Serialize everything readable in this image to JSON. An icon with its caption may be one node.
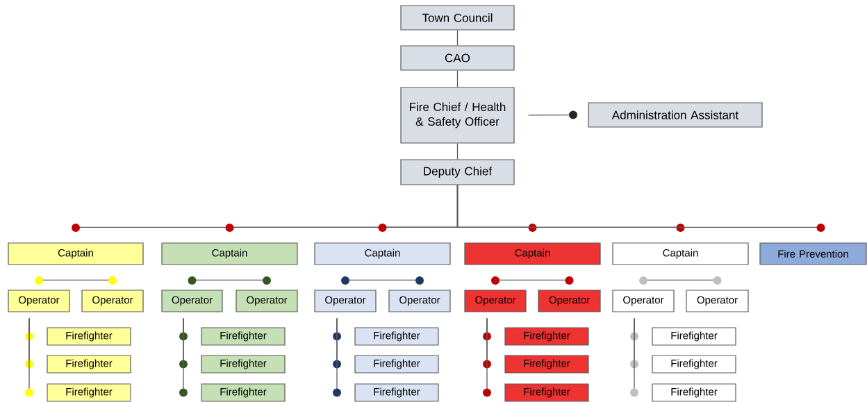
{
  "diagram": {
    "nodes": [
      {
        "text": [
          "Town Council"
        ]
      },
      {
        "text": [
          "CAO"
        ]
      },
      {
        "text": [
          "Fire Chief / Health & Safety Officer"
        ]
      },
      {
        "text": [
          "Administration Assistant"
        ]
      },
      {
        "text": [
          "Deputy Chief"
        ]
      },
      {
        "text": [
          "Captain"
        ]
      },
      {
        "text": [
          "Captain"
        ]
      },
      {
        "text": [
          "Captain"
        ]
      },
      {
        "text": [
          "Captain"
        ]
      },
      {
        "text": [
          "Captain"
        ]
      },
      {
        "text": [
          "Fire Prevention"
        ]
      },
      {
        "text": [
          "Operator"
        ]
      },
      {
        "text": [
          "Operator"
        ]
      },
      {
        "text": [
          "Operator"
        ]
      },
      {
        "text": [
          "Operator"
        ]
      },
      {
        "text": [
          "Operator"
        ]
      },
      {
        "text": [
          "Operator"
        ]
      },
      {
        "text": [
          "Operator"
        ]
      },
      {
        "text": [
          "Operator"
        ]
      },
      {
        "text": [
          "Operator"
        ]
      },
      {
        "text": [
          "Operator"
        ]
      },
      {
        "text": [
          "Firefighter"
        ]
      },
      {
        "text": [
          "Firefighter"
        ]
      },
      {
        "text": [
          "Firefighter"
        ]
      },
      {
        "text": [
          "Firefighter"
        ]
      },
      {
        "text": [
          "Firefighter"
        ]
      },
      {
        "text": [
          "Firefighter"
        ]
      },
      {
        "text": [
          "Firefighter"
        ]
      },
      {
        "text": [
          "Firefighter"
        ]
      },
      {
        "text": [
          "Firefighter"
        ]
      },
      {
        "text": [
          "Firefighter"
        ]
      },
      {
        "text": [
          "Firefighter"
        ]
      },
      {
        "text": [
          "Firefighter"
        ]
      },
      {
        "text": [
          "Firefighter"
        ]
      },
      {
        "text": [
          "Firefighter"
        ]
      },
      {
        "text": [
          "Firefighter"
        ]
      }
    ],
    "edges": [
      {
        "from": 0,
        "to": 1,
        "arrow": "none"
      },
      {
        "from": 1,
        "to": 2,
        "arrow": "none"
      },
      {
        "from": 2,
        "to": 4,
        "arrow": "none"
      },
      {
        "from": 2,
        "to": 3,
        "arrow": "other"
      },
      {
        "from": 4,
        "to": 5,
        "arrow": "other"
      },
      {
        "from": 4,
        "to": 6,
        "arrow": "other"
      },
      {
        "from": 4,
        "to": 7,
        "arrow": "other"
      },
      {
        "from": 4,
        "to": 8,
        "arrow": "other"
      },
      {
        "from": 4,
        "to": 9,
        "arrow": "other"
      },
      {
        "from": 4,
        "to": 10,
        "arrow": "other"
      },
      {
        "from": 11,
        "to": 12,
        "arrow": "other"
      },
      {
        "from": 13,
        "to": 14,
        "arrow": "other"
      },
      {
        "from": 15,
        "to": 16,
        "arrow": "other"
      },
      {
        "from": 17,
        "to": 18,
        "arrow": "other"
      },
      {
        "from": 19,
        "to": 20,
        "arrow": "other"
      },
      {
        "from": 11,
        "to": 21,
        "arrow": "other"
      },
      {
        "from": 11,
        "to": 26,
        "arrow": "other"
      },
      {
        "from": 11,
        "to": 31,
        "arrow": "other"
      },
      {
        "from": 13,
        "to": 22,
        "arrow": "other"
      },
      {
        "from": 13,
        "to": 27,
        "arrow": "other"
      },
      {
        "from": 13,
        "to": 32,
        "arrow": "other"
      },
      {
        "from": 15,
        "to": 23,
        "arrow": "other"
      },
      {
        "from": 15,
        "to": 28,
        "arrow": "other"
      },
      {
        "from": 15,
        "to": 33,
        "arrow": "other"
      },
      {
        "from": 17,
        "to": 24,
        "arrow": "other"
      },
      {
        "from": 17,
        "to": 29,
        "arrow": "other"
      },
      {
        "from": 17,
        "to": 34,
        "arrow": "other"
      },
      {
        "from": 19,
        "to": 25,
        "arrow": "other"
      },
      {
        "from": 19,
        "to": 30,
        "arrow": "other"
      },
      {
        "from": 19,
        "to": 35,
        "arrow": "other"
      }
    ]
  }
}
